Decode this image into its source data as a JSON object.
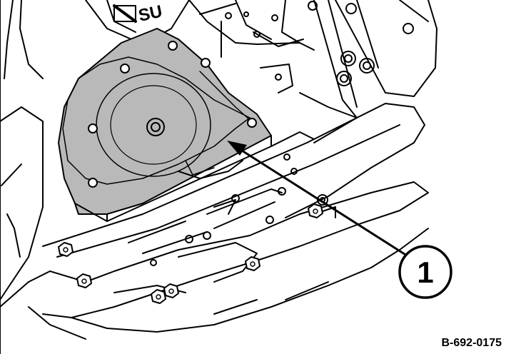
{
  "figure": {
    "callouts": [
      {
        "number": "1"
      }
    ],
    "drawing_code": "B-692-0175",
    "nameplate_text": "SU",
    "colors": {
      "line": "#000000",
      "background": "#ffffff",
      "highlight_fill": "#b9b9b9"
    }
  }
}
